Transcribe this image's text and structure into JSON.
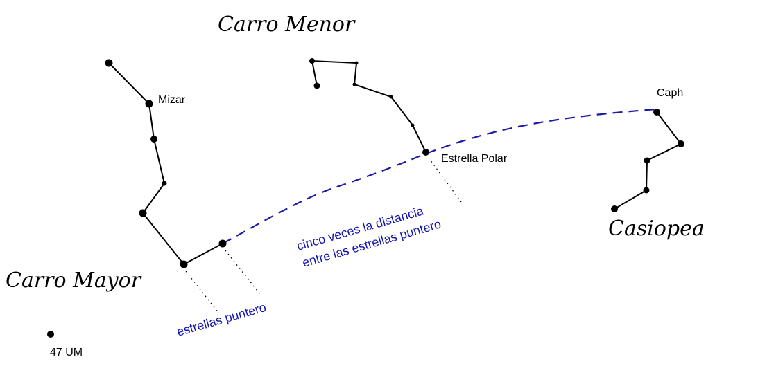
{
  "constellations": {
    "ursa_minor": "Carro Menor",
    "ursa_major": "Carro Mayor",
    "cassiopeia": "Casiopea"
  },
  "stars": {
    "mizar": "Mizar",
    "polaris": "Estrella Polar",
    "caph": "Caph",
    "um47": "47 UM"
  },
  "annotations": {
    "pointers": "estrellas puntero",
    "distance_line1": "cinco veces la distancia",
    "distance_line2": "entre las estrellas puntero"
  },
  "colors": {
    "line": "#000000",
    "guide": "#1a1aa6",
    "text_blue": "#1515b0"
  }
}
